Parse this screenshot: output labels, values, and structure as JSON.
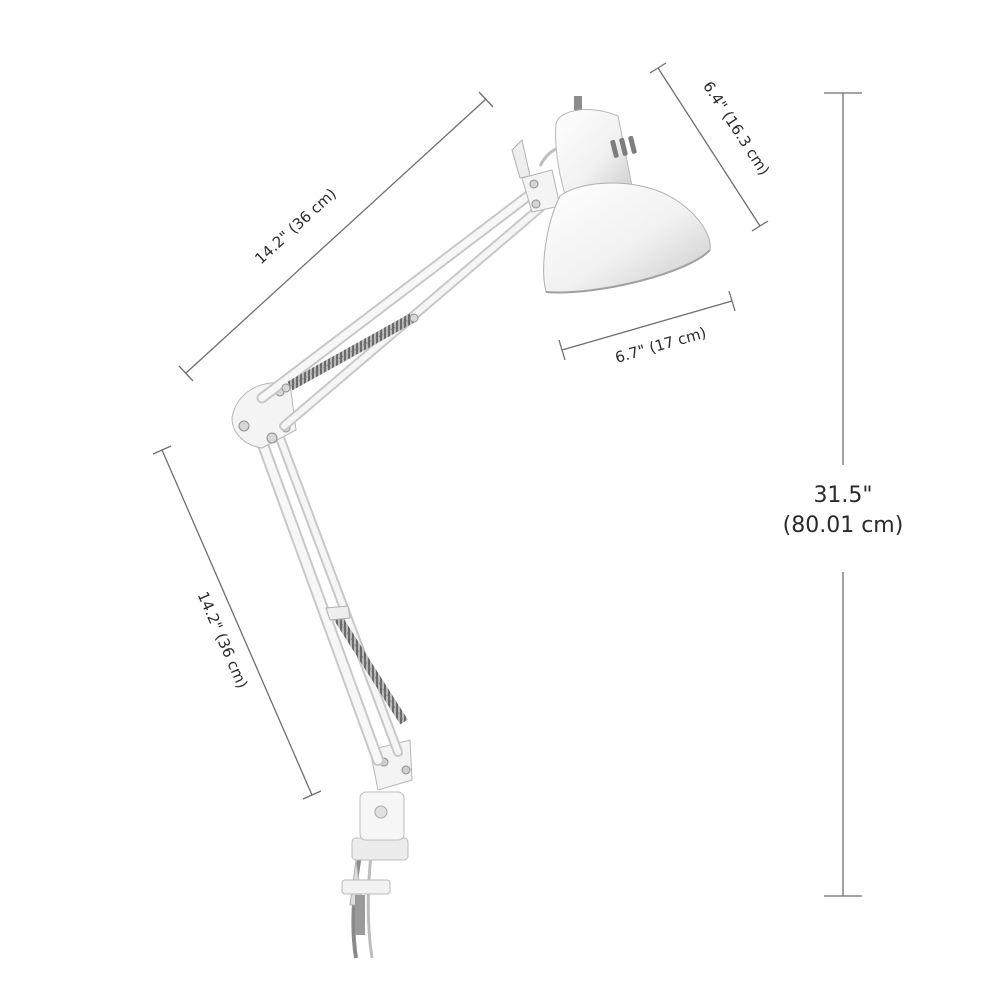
{
  "dimensions": {
    "upper_arm": "14.2\" (36 cm)",
    "shade_height": "6.4\" (16.3 cm)",
    "shade_width": "6.7\" (17 cm)",
    "lower_arm": "14.2\" (36 cm)",
    "total_height_line1": "31.5\"",
    "total_height_line2": "(80.01 cm)"
  },
  "colors": {
    "lamp_body": "#f4f4f4",
    "dimension_lines": "#6e6e6e",
    "text": "#2a2a2a"
  }
}
